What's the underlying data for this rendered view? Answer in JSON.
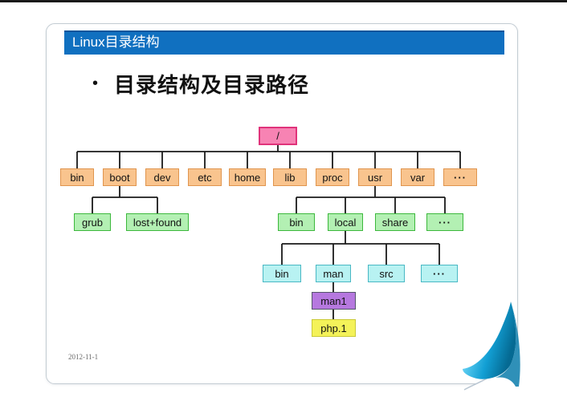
{
  "slide": {
    "title": "Linux目录结构",
    "bullet": "•",
    "heading": "目录结构及目录路径",
    "date": "2012-11-1"
  },
  "tree": {
    "nodes": {
      "root": "/",
      "bin": "bin",
      "boot": "boot",
      "dev": "dev",
      "etc": "etc",
      "home": "home",
      "lib": "lib",
      "proc": "proc",
      "usr": "usr",
      "var": "var",
      "more1": "···",
      "grub": "grub",
      "lostfound": "lost+found",
      "usr_bin": "bin",
      "local": "local",
      "share": "share",
      "more2": "···",
      "local_bin": "bin",
      "man": "man",
      "src": "src",
      "more3": "···",
      "man1": "man1",
      "php1": "php.1"
    },
    "hierarchy": {
      "/": [
        "bin",
        "boot",
        "dev",
        "etc",
        "home",
        "lib",
        "proc",
        "usr",
        "var",
        "···"
      ],
      "boot": [
        "grub",
        "lost+found"
      ],
      "usr": [
        "bin",
        "local",
        "share",
        "···"
      ],
      "local": [
        "bin",
        "man",
        "src",
        "···"
      ],
      "man": [
        "man1"
      ],
      "man1": [
        "php.1"
      ]
    }
  },
  "colors": {
    "title_bar": "#1070c0",
    "root_fill": "#f783b3",
    "root_border": "#e0337a",
    "l1_fill": "#f9c48e",
    "l1_border": "#e0954e",
    "l2_fill": "#b3f0b3",
    "l2_border": "#3cb83c",
    "l3_fill": "#b8f2f2",
    "l3_border": "#49b8c4",
    "man1_fill": "#b678df",
    "man1_border": "#55556b",
    "php_fill": "#f4f259",
    "php_border": "#c9c938",
    "curl_blue": "#129fd4"
  }
}
